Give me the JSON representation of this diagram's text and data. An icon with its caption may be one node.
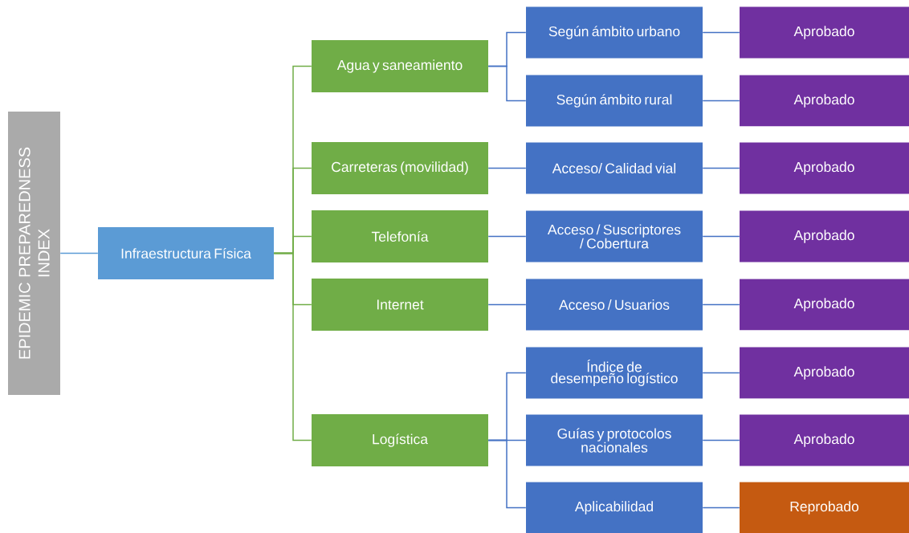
{
  "diagram": {
    "nodes": [
      {
        "text": [
          "EPIDEMIC PREPAREDNESS INDEX"
        ]
      },
      {
        "text": [
          "Infraestructura Física"
        ]
      },
      {
        "text": [
          "Agua y saneamiento"
        ]
      },
      {
        "text": [
          "Carreteras (movilidad)"
        ]
      },
      {
        "text": [
          "Telefonía"
        ]
      },
      {
        "text": [
          "Internet"
        ]
      },
      {
        "text": [
          "Logística"
        ]
      },
      {
        "text": [
          "Según ámbito urbano"
        ]
      },
      {
        "text": [
          "Según ámbito rural"
        ]
      },
      {
        "text": [
          "Acceso/ Calidad vial"
        ]
      },
      {
        "text": [
          "Acceso / Suscriptores / Cobertura"
        ]
      },
      {
        "text": [
          "Acceso / Usuarios"
        ]
      },
      {
        "text": [
          "Índice de desempeño logístico"
        ]
      },
      {
        "text": [
          "Guías y protocolos nacionales"
        ]
      },
      {
        "text": [
          "Aplicabilidad"
        ]
      },
      {
        "text": [
          "Aprobado"
        ]
      },
      {
        "text": [
          "Aprobado"
        ]
      },
      {
        "text": [
          "Aprobado"
        ]
      },
      {
        "text": [
          "Aprobado"
        ]
      },
      {
        "text": [
          "Aprobado"
        ]
      },
      {
        "text": [
          "Aprobado"
        ]
      },
      {
        "text": [
          "Aprobado"
        ]
      },
      {
        "text": [
          "Reprobado"
        ]
      }
    ],
    "edges": [
      {
        "from": 0,
        "to": 1,
        "arrow": "none",
        "color": "#5b9bd5"
      },
      {
        "from": 1,
        "to": 2,
        "arrow": "none",
        "color": "#70ad47"
      },
      {
        "from": 1,
        "to": 3,
        "arrow": "none",
        "color": "#70ad47"
      },
      {
        "from": 1,
        "to": 4,
        "arrow": "none",
        "color": "#70ad47"
      },
      {
        "from": 1,
        "to": 5,
        "arrow": "none",
        "color": "#70ad47"
      },
      {
        "from": 1,
        "to": 6,
        "arrow": "none",
        "color": "#70ad47"
      },
      {
        "from": 2,
        "to": 7,
        "arrow": "none"
      },
      {
        "from": 2,
        "to": 8,
        "arrow": "none"
      },
      {
        "from": 3,
        "to": 9,
        "arrow": "none"
      },
      {
        "from": 4,
        "to": 10,
        "arrow": "none"
      },
      {
        "from": 5,
        "to": 11,
        "arrow": "none"
      },
      {
        "from": 6,
        "to": 12,
        "arrow": "none"
      },
      {
        "from": 6,
        "to": 13,
        "arrow": "none"
      },
      {
        "from": 6,
        "to": 14,
        "arrow": "none"
      },
      {
        "from": 7,
        "to": 15,
        "arrow": "none"
      },
      {
        "from": 8,
        "to": 16,
        "arrow": "none"
      },
      {
        "from": 9,
        "to": 17,
        "arrow": "none"
      },
      {
        "from": 10,
        "to": 18,
        "arrow": "none"
      },
      {
        "from": 11,
        "to": 19,
        "arrow": "none"
      },
      {
        "from": 12,
        "to": 20,
        "arrow": "none"
      },
      {
        "from": 13,
        "to": 21,
        "arrow": "none"
      },
      {
        "from": 14,
        "to": 22,
        "arrow": "none"
      }
    ]
  }
}
